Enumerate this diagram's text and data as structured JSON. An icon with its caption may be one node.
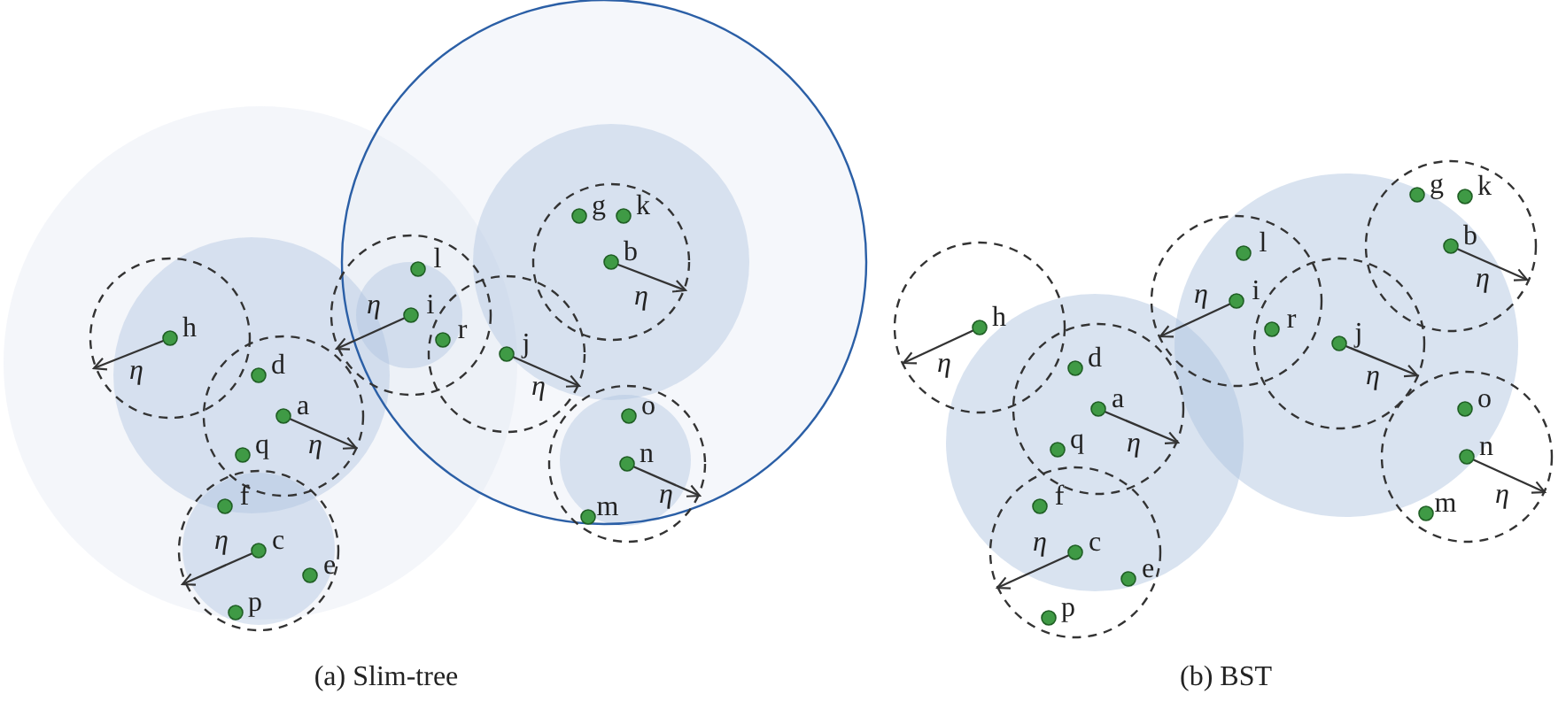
{
  "diagram": {
    "labels": [
      "g",
      "k",
      "b",
      "l",
      "η",
      "η",
      "i",
      "h",
      "r",
      "j",
      "η",
      "d",
      "η",
      "a",
      "o",
      "η",
      "q",
      "n",
      "η",
      "f",
      "m",
      "η",
      "c",
      "e",
      "p",
      "g",
      "k",
      "b",
      "l",
      "η",
      "η",
      "i",
      "h",
      "r",
      "j",
      "η",
      "d",
      "η",
      "a",
      "o",
      "η",
      "q",
      "n",
      "η",
      "f",
      "m",
      "η",
      "c",
      "e",
      "p",
      "(a) Slim-tree",
      "(b) BST"
    ]
  }
}
